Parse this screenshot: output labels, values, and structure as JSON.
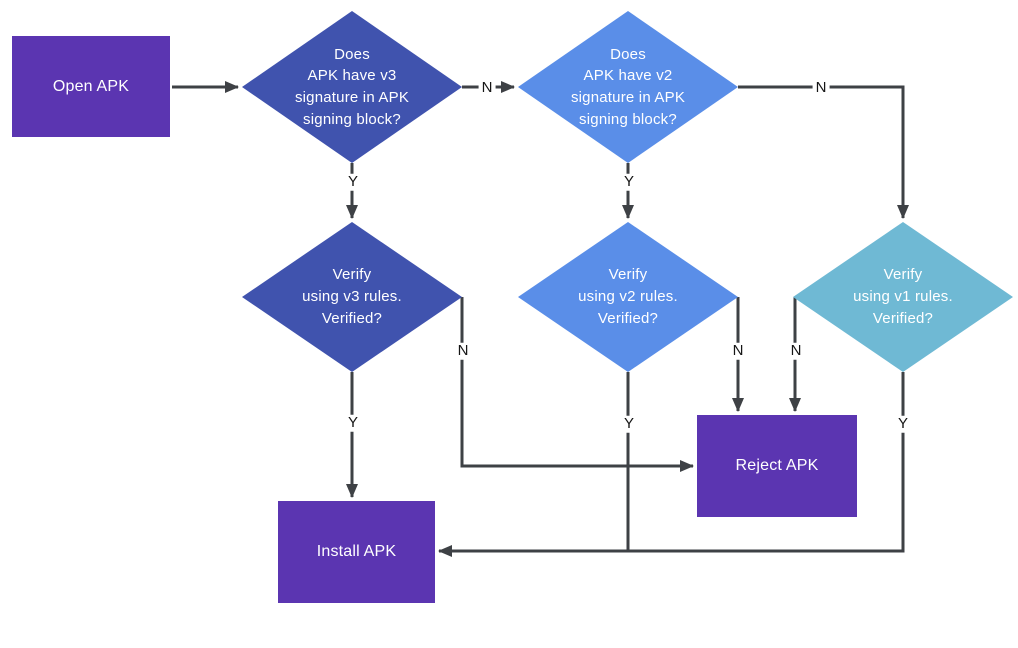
{
  "diagram": {
    "type": "flowchart",
    "background": "#FFFFFF",
    "line_color": "#3E4145",
    "nodes": {
      "open_apk": {
        "label": "Open APK",
        "shape": "rectangle",
        "color": "#5B35B1",
        "text_color": "#FFFFFF"
      },
      "decision_v3": {
        "label": "Does\nAPK have v3\nsignature in APK\nsigning block?",
        "shape": "diamond",
        "color": "#4053AE",
        "text_color": "#FFFFFF"
      },
      "decision_v2": {
        "label": "Does\nAPK have v2\nsignature in APK\nsigning block?",
        "shape": "diamond",
        "color": "#5A8EE8",
        "text_color": "#FFFFFF"
      },
      "verify_v3": {
        "label": "Verify\nusing v3 rules.\nVerified?",
        "shape": "diamond",
        "color": "#4053AE",
        "text_color": "#FFFFFF"
      },
      "verify_v2": {
        "label": "Verify\nusing v2 rules.\nVerified?",
        "shape": "diamond",
        "color": "#5A8EE8",
        "text_color": "#FFFFFF"
      },
      "verify_v1": {
        "label": "Verify\nusing v1 rules.\nVerified?",
        "shape": "diamond",
        "color": "#6FB9D4",
        "text_color": "#FFFFFF"
      },
      "reject_apk": {
        "label": "Reject APK",
        "shape": "rectangle",
        "color": "#5B35B1",
        "text_color": "#FFFFFF"
      },
      "install_apk": {
        "label": "Install APK",
        "shape": "rectangle",
        "color": "#5B35B1",
        "text_color": "#FFFFFF"
      }
    },
    "edges": [
      {
        "from": "open_apk",
        "to": "decision_v3",
        "label": ""
      },
      {
        "from": "decision_v3",
        "to": "decision_v2",
        "label": "N"
      },
      {
        "from": "decision_v3",
        "to": "verify_v3",
        "label": "Y"
      },
      {
        "from": "decision_v2",
        "to": "verify_v2",
        "label": "Y"
      },
      {
        "from": "decision_v2",
        "to": "verify_v1",
        "label": "N"
      },
      {
        "from": "verify_v3",
        "to": "install_apk",
        "label": "Y"
      },
      {
        "from": "verify_v3",
        "to": "reject_apk",
        "label": "N"
      },
      {
        "from": "verify_v2",
        "to": "reject_apk",
        "label": "N"
      },
      {
        "from": "verify_v1",
        "to": "reject_apk",
        "label": "N"
      },
      {
        "from": "verify_v2",
        "to": "install_apk",
        "label": "Y"
      },
      {
        "from": "verify_v1",
        "to": "install_apk",
        "label": "Y"
      }
    ]
  }
}
